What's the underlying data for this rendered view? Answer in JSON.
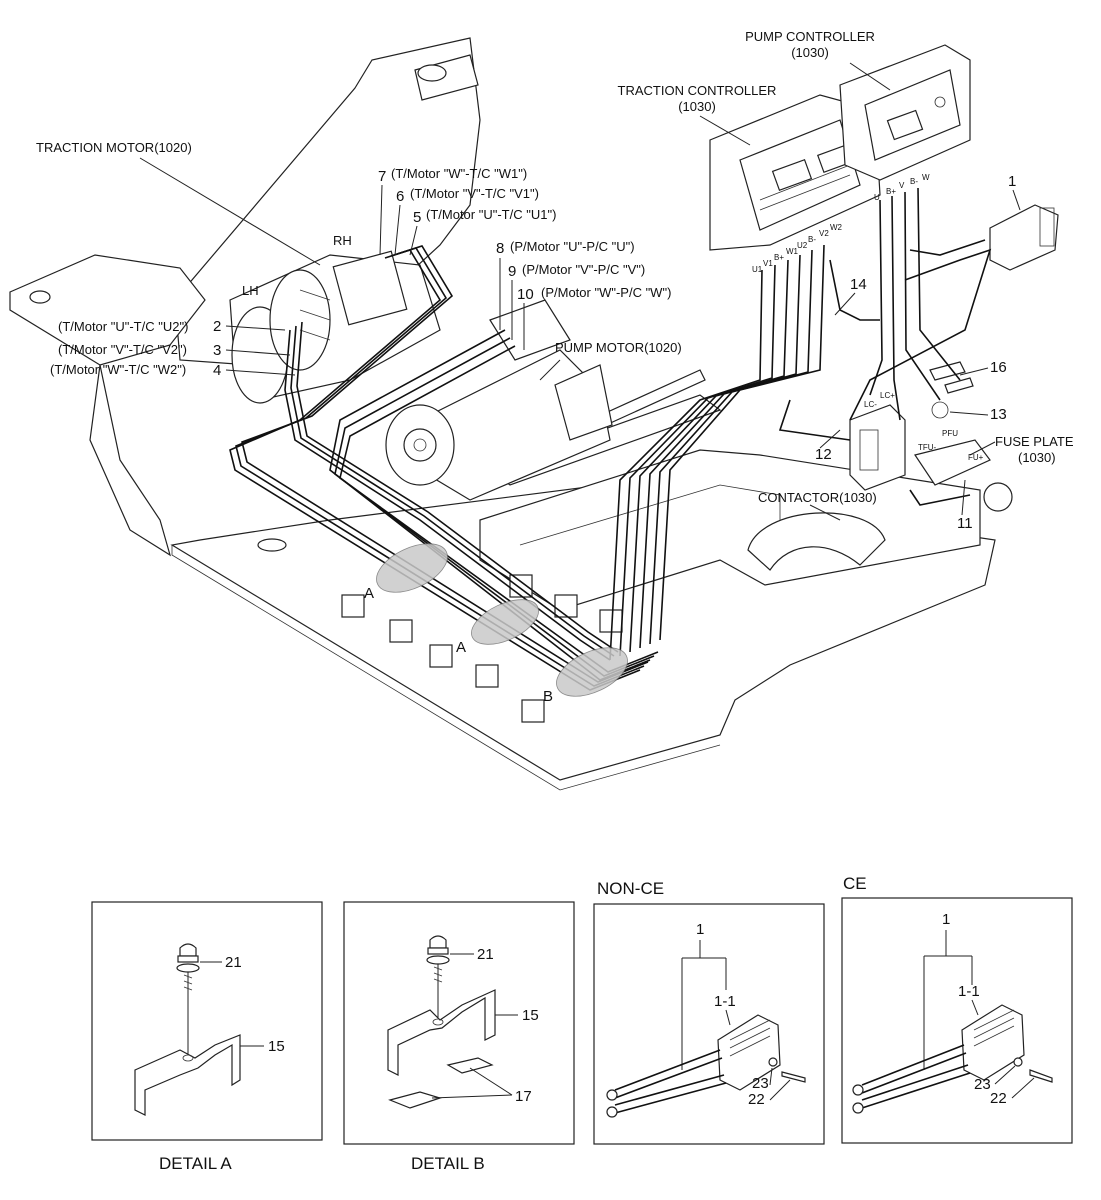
{
  "top_labels": {
    "pump_controller": "PUMP CONTROLLER",
    "pump_controller_ref": "(1030)",
    "traction_controller": "TRACTION CONTROLLER",
    "traction_controller_ref": "(1030)",
    "traction_motor": "TRACTION MOTOR(1020)",
    "pump_motor": "PUMP MOTOR(1020)",
    "fuse_plate": "FUSE PLATE",
    "fuse_plate_ref": "(1030)",
    "contactor": "CONTACTOR(1030)",
    "rh": "RH",
    "lh": "LH"
  },
  "cable_callouts": [
    {
      "num": "7",
      "text": "(T/Motor \"W\"-T/C \"W1\")"
    },
    {
      "num": "6",
      "text": "(T/Motor \"V\"-T/C \"V1\")"
    },
    {
      "num": "5",
      "text": "(T/Motor \"U\"-T/C \"U1\")"
    },
    {
      "num": "8",
      "text": "(P/Motor \"U\"-P/C \"U\")"
    },
    {
      "num": "9",
      "text": "(P/Motor \"V\"-P/C \"V\")"
    },
    {
      "num": "10",
      "text": "(P/Motor \"W\"-P/C \"W\")"
    },
    {
      "num": "2",
      "text": "(T/Motor \"U\"-T/C \"U2\")"
    },
    {
      "num": "3",
      "text": "(T/Motor \"V\"-T/C \"V2\")"
    },
    {
      "num": "4",
      "text": "(T/Motor \"W\"-T/C \"W2\")"
    }
  ],
  "part_numbers": {
    "n1": "1",
    "n14": "14",
    "n16": "16",
    "n13": "13",
    "n12": "12",
    "n11": "11"
  },
  "terminals": [
    "U1",
    "V1",
    "B+",
    "W1",
    "U2",
    "B-",
    "V2",
    "W2"
  ],
  "pump_terminals": [
    "U",
    "B+",
    "V",
    "B-",
    "W"
  ],
  "detail_markers": {
    "a1": "A",
    "a2": "A",
    "b": "B"
  },
  "fuse_labels": {
    "lc_minus": "LC-",
    "lc_plus": "LC+",
    "tfu": "TFU-",
    "fu": "FU+",
    "pfu": "PFU"
  },
  "detail_a": {
    "caption": "DETAIL A",
    "p21": "21",
    "p15": "15"
  },
  "detail_b": {
    "caption": "DETAIL B",
    "p21": "21",
    "p15": "15",
    "p17": "17"
  },
  "non_ce": {
    "title": "NON-CE",
    "p1": "1",
    "p11": "1-1",
    "p23": "23",
    "p22": "22"
  },
  "ce": {
    "title": "CE",
    "p1": "1",
    "p11": "1-1",
    "p23": "23",
    "p22": "22"
  }
}
